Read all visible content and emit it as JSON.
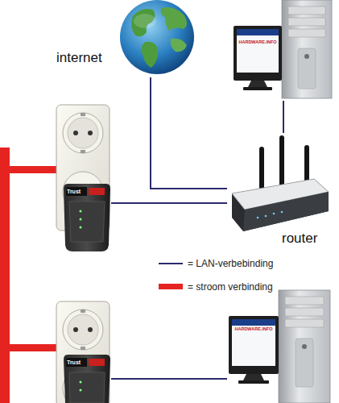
{
  "diagram": {
    "nodes": [
      {
        "text": [
          "internet"
        ]
      },
      {
        "text": [
          "HARDWARE.INFO"
        ]
      },
      {
        "text": [
          "Trust"
        ]
      },
      {
        "text": [
          "router"
        ]
      },
      {
        "text": [
          "Trust"
        ]
      },
      {
        "text": [
          "HARDWARE.INFO"
        ]
      }
    ],
    "edges": [
      {
        "from": 0,
        "to": 3,
        "arrow": "none"
      },
      {
        "from": 1,
        "to": 3,
        "arrow": "none"
      },
      {
        "from": 2,
        "to": 3,
        "arrow": "none"
      },
      {
        "from": 4,
        "to": 5,
        "arrow": "none"
      }
    ],
    "legend": [
      {
        "text": "= LAN-verbebinding"
      },
      {
        "text": "= stroom verbinding"
      }
    ]
  }
}
